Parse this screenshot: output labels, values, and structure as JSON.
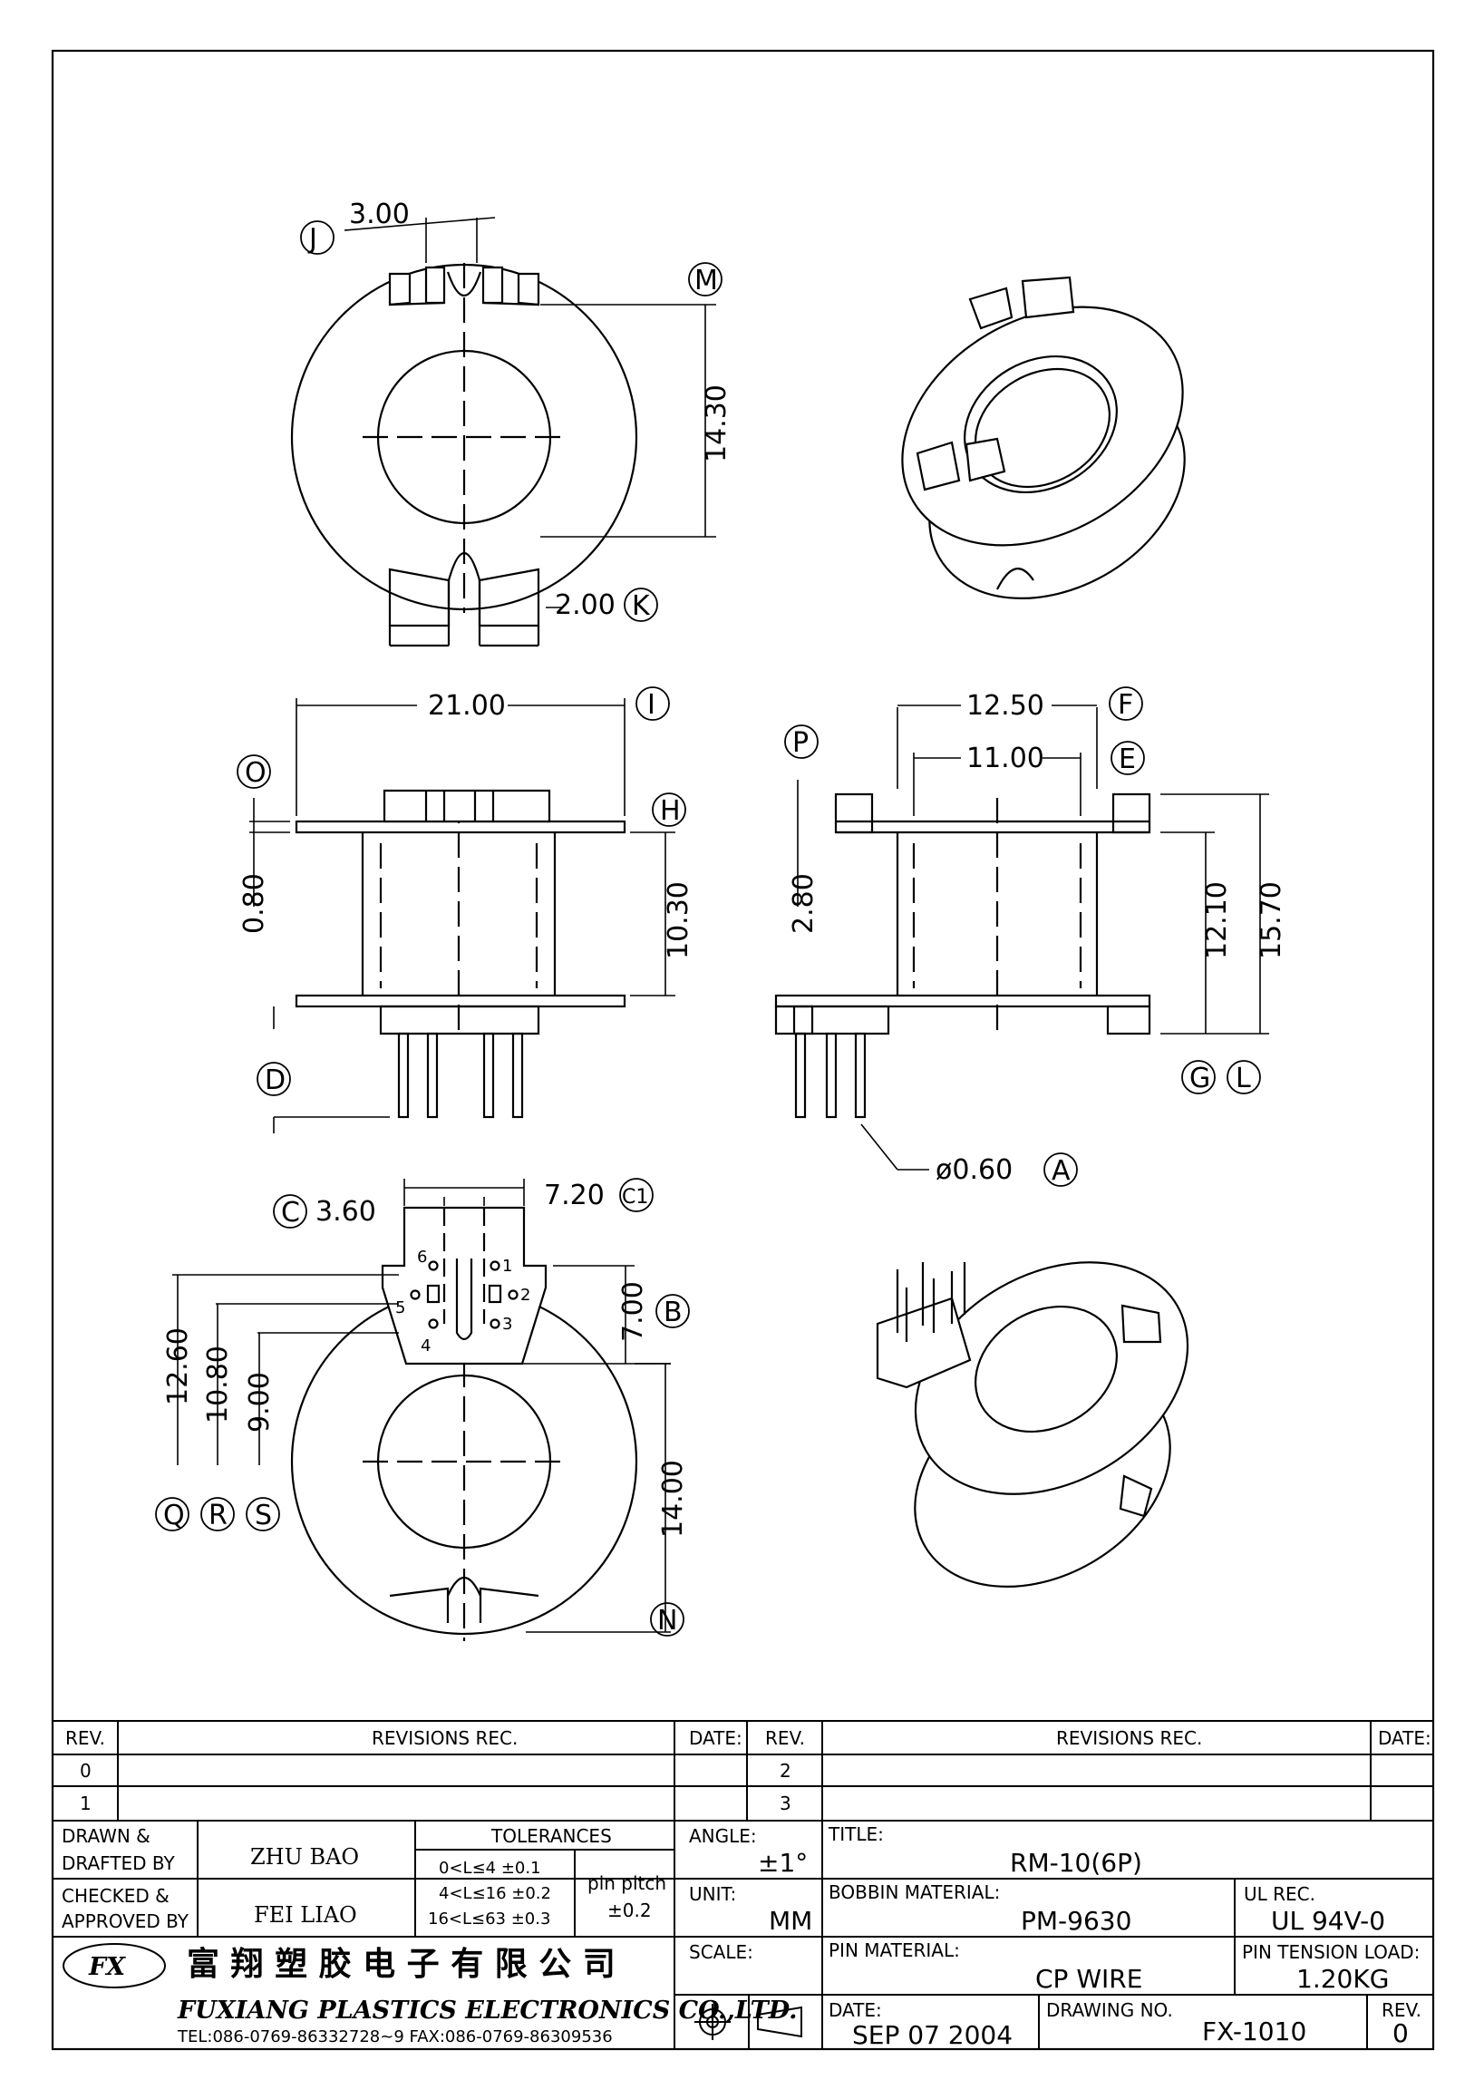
{
  "views": {
    "top": {
      "dims": [
        "3.00",
        "14.30",
        "2.00"
      ],
      "callouts": [
        "J",
        "M",
        "K"
      ]
    },
    "front": {
      "dims": [
        "21.00",
        "0.80",
        "10.30"
      ],
      "callouts": [
        "I",
        "O",
        "H",
        "D"
      ]
    },
    "side": {
      "dims": [
        "12.50",
        "11.00",
        "2.80",
        "12.10",
        "15.70",
        "ø0.60"
      ],
      "callouts": [
        "F",
        "P",
        "E",
        "G",
        "L",
        "A"
      ]
    },
    "bottom": {
      "dims": [
        "3.60",
        "7.20",
        "7.00",
        "12.60",
        "10.80",
        "9.00",
        "14.00"
      ],
      "callouts": [
        "C",
        "C1",
        "B",
        "Q",
        "R",
        "S",
        "N"
      ],
      "pins": [
        "1",
        "2",
        "3",
        "4",
        "5",
        "6"
      ]
    }
  },
  "title_block": {
    "rev_header": "REV.",
    "revisions_rec_header": "REVISIONS REC.",
    "date_header": "DATE:",
    "rev_left": [
      "0",
      "1"
    ],
    "rev_right": [
      "2",
      "3"
    ],
    "drawn_label": "DRAWN &",
    "drafted_label": "DRAFTED BY",
    "drawn_value": "ZHU  BAO",
    "checked_label": "CHECKED &",
    "approved_label": "APPROVED BY",
    "checked_value": "FEI LIAO",
    "tolerances_label": "TOLERANCES",
    "tol_rows": [
      "0<L≤4   ±0.1",
      "4<L≤16  ±0.2",
      "16<L≤63  ±0.3"
    ],
    "pin_pitch_label": "pin pitch",
    "pin_pitch_value": "±0.2",
    "angle_label": "ANGLE:",
    "angle_value": "±1°",
    "unit_label": "UNIT:",
    "unit_value": "MM",
    "scale_label": "SCALE:",
    "title_label": "TITLE:",
    "title_value": "RM-10(6P)",
    "bobbin_material_label": "BOBBIN MATERIAL:",
    "bobbin_material_value": "PM-9630",
    "ul_rec_label": "UL REC.",
    "ul_rec_value": "UL 94V-0",
    "pin_material_label": "PIN MATERIAL:",
    "pin_material_value": "CP WIRE",
    "pin_tension_label": "PIN TENSION LOAD:",
    "pin_tension_value": "1.20KG",
    "date_label": "DATE:",
    "date_value": "SEP 07 2004",
    "drawing_no_label": "DRAWING NO.",
    "drawing_no_value": "FX-1010",
    "rev_label": "REV.",
    "rev_value": "0",
    "company_cn": "富 翔 塑 胶 电 子 有 限 公 司",
    "company_en": "FUXIANG PLASTICS ELECTRONICS CO.,LTD.",
    "company_contact": "TEL:086-0769-86332728~9  FAX:086-0769-86309536",
    "logo_text": "FX"
  }
}
